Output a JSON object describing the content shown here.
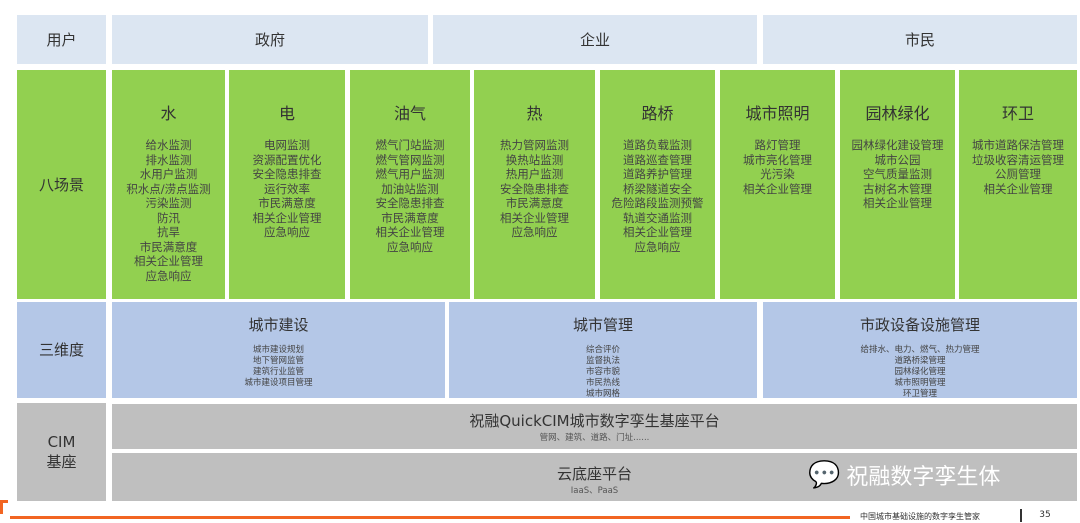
{
  "row_labels": {
    "users": "用户",
    "scenes": "八场景",
    "dimensions": "三维度",
    "cim": "CIM\n基座"
  },
  "users": [
    "政府",
    "企业",
    "市民"
  ],
  "scenes": [
    {
      "title": "水",
      "items": [
        "给水监测",
        "排水监测",
        "水用户监测",
        "积水点/涝点监测",
        "污染监测",
        "防汛",
        "抗旱",
        "市民满意度",
        "相关企业管理",
        "应急响应"
      ]
    },
    {
      "title": "电",
      "items": [
        "电网监测",
        "资源配置优化",
        "安全隐患排查",
        "运行效率",
        "市民满意度",
        "相关企业管理",
        "应急响应"
      ]
    },
    {
      "title": "油气",
      "items": [
        "燃气门站监测",
        "燃气管网监测",
        "燃气用户监测",
        "加油站监测",
        "安全隐患排查",
        "市民满意度",
        "相关企业管理",
        "应急响应"
      ]
    },
    {
      "title": "热",
      "items": [
        "热力管网监测",
        "换热站监测",
        "热用户监测",
        "安全隐患排查",
        "市民满意度",
        "相关企业管理",
        "应急响应"
      ]
    },
    {
      "title": "路桥",
      "items": [
        "道路负载监测",
        "道路巡查管理",
        "道路养护管理",
        "桥梁隧道安全",
        "危险路段监测预警",
        "轨道交通监测",
        "相关企业管理",
        "应急响应"
      ]
    },
    {
      "title": "城市照明",
      "items": [
        "路灯管理",
        "城市亮化管理",
        "光污染",
        "相关企业管理"
      ]
    },
    {
      "title": "园林绿化",
      "items": [
        "园林绿化建设管理",
        "城市公园",
        "空气质量监测",
        "古树名木管理",
        "相关企业管理"
      ]
    },
    {
      "title": "环卫",
      "items": [
        "城市道路保洁管理",
        "垃圾收容清运管理",
        "公厕管理",
        "相关企业管理"
      ]
    }
  ],
  "dimensions": [
    {
      "title": "城市建设",
      "items": [
        "城市建设规划",
        "地下管网监管",
        "建筑行业监管",
        "城市建设项目管理"
      ]
    },
    {
      "title": "城市管理",
      "items": [
        "综合评价",
        "监督执法",
        "市容市貌",
        "市民热线",
        "城市网格"
      ]
    },
    {
      "title": "市政设备设施管理",
      "items": [
        "给排水、电力、燃气、热力管理",
        "道路桥梁管理",
        "园林绿化管理",
        "城市照明管理",
        "环卫管理"
      ]
    }
  ],
  "cim": [
    {
      "title": "祝融QuickCIM城市数字孪生基座平台",
      "sub": "管网、建筑、道路、门址......"
    },
    {
      "title": "云底座平台",
      "sub": "IaaS、PaaS"
    }
  ],
  "watermark": "祝融数字孪生体",
  "footer": {
    "text": "中国城市基础设施的数字孪生管家",
    "page": "35"
  },
  "colors": {
    "header": "#dce6f2",
    "scene": "#92d050",
    "dimension": "#b4c7e7",
    "cim": "#bfbfbf",
    "accent": "#f26522"
  }
}
